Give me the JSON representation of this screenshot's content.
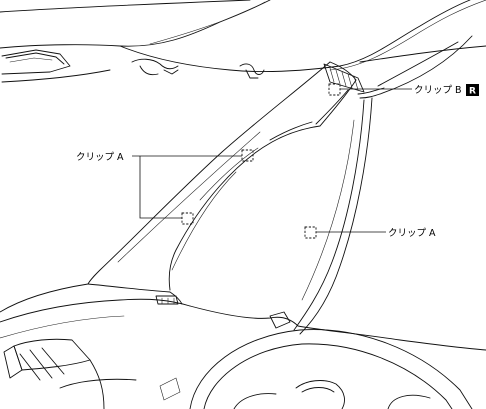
{
  "labels": {
    "clip_b": "クリップ B",
    "clip_a_left": "クリップ A",
    "clip_a_right": "クリップ A",
    "badge": "R"
  },
  "colors": {
    "line": "#111111",
    "background": "#ffffff",
    "badge_bg": "#000000"
  }
}
